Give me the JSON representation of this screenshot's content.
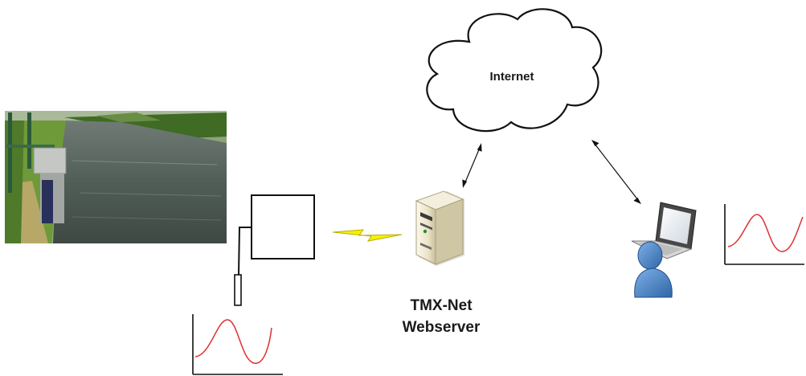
{
  "labels": {
    "cloud": "Internet",
    "server_line1": "TMX-Net",
    "server_line2": "Webserver"
  },
  "colors": {
    "curve": "#e03030",
    "bolt_fill": "#f6f200",
    "bolt_stroke": "#b8b000",
    "user": "#4b86c8",
    "server_body": "#ede7cf",
    "water": "#4e5a54",
    "grass": "#5c8a2c"
  }
}
